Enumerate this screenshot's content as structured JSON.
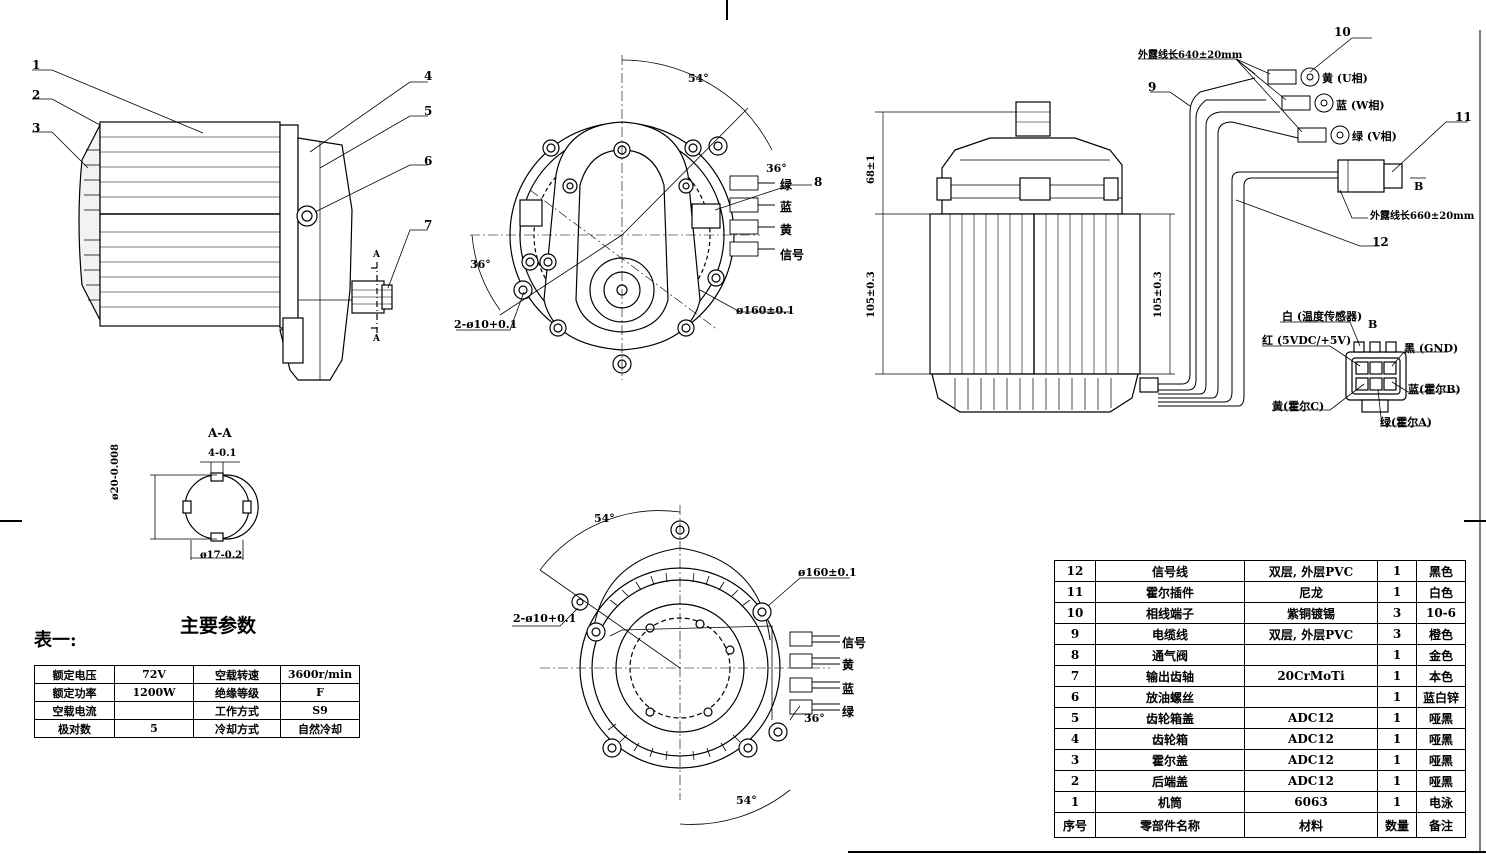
{
  "balloons": {
    "p1": "1",
    "p2": "2",
    "p3": "3",
    "p4": "4",
    "p5": "5",
    "p6": "6",
    "p7": "7",
    "p8": "8",
    "p9": "9",
    "p10": "10",
    "p11": "11",
    "p12": "12"
  },
  "section_marks": {
    "a_top": "A",
    "a_bottom": "A",
    "b_left": "B",
    "b_right": "B"
  },
  "section_view": {
    "title": "A-A",
    "keyway": "4-0.1",
    "outer_dia": "ø20-0.008",
    "root_dia": "ø17-0.2"
  },
  "front_view": {
    "angle_top": "54°",
    "angle_right": "36°",
    "angle_left": "36°",
    "holes": "2-ø10+0.1",
    "dia": "ø160±0.1",
    "wires": [
      "绿",
      "蓝",
      "黄",
      "信号"
    ]
  },
  "rear_view": {
    "angle_top": "54°",
    "angle_bottom": "54°",
    "angle_right": "36°",
    "holes": "2-ø10+0.1",
    "dia": "ø160±0.1",
    "wires": [
      "信号",
      "黄",
      "蓝",
      "绿"
    ]
  },
  "side_view": {
    "height_top": "68±1",
    "height_body_left": "105±0.3",
    "height_body_right": "105±0.3",
    "lead_length_phase": "外露线长640±20mm",
    "lead_length_hall": "外露线长660±20mm",
    "phase_yellow": "黄 (U相)",
    "phase_blue": "蓝 (W相)",
    "phase_green": "绿 (V相)"
  },
  "connector": {
    "white": "白 (温度传感器)",
    "red": "红 (5VDC/+5V)",
    "black": "黑 (GND)",
    "blue": "蓝(霍尔B)",
    "yellow": "黄(霍尔C)",
    "green": "绿(霍尔A)"
  },
  "params": {
    "heading": "主要参数",
    "table_label": "表一:",
    "rows": [
      [
        "额定电压",
        "72V",
        "空载转速",
        "3600r/min"
      ],
      [
        "额定功率",
        "1200W",
        "绝缘等级",
        "F"
      ],
      [
        "空载电流",
        "",
        "工作方式",
        "S9"
      ],
      [
        "极对数",
        "5",
        "冷却方式",
        "自然冷却"
      ]
    ]
  },
  "bom": {
    "rows": [
      [
        "12",
        "信号线",
        "双层, 外层PVC",
        "1",
        "黑色"
      ],
      [
        "11",
        "霍尔插件",
        "尼龙",
        "1",
        "白色"
      ],
      [
        "10",
        "相线端子",
        "紫铜镀锡",
        "3",
        "10-6"
      ],
      [
        "9",
        "电缆线",
        "双层, 外层PVC",
        "3",
        "橙色"
      ],
      [
        "8",
        "通气阀",
        "",
        "1",
        "金色"
      ],
      [
        "7",
        "输出齿轴",
        "20CrMoTi",
        "1",
        "本色"
      ],
      [
        "6",
        "放油螺丝",
        "",
        "1",
        "蓝白锌"
      ],
      [
        "5",
        "齿轮箱盖",
        "ADC12",
        "1",
        "哑黑"
      ],
      [
        "4",
        "齿轮箱",
        "ADC12",
        "1",
        "哑黑"
      ],
      [
        "3",
        "霍尔盖",
        "ADC12",
        "1",
        "哑黑"
      ],
      [
        "2",
        "后端盖",
        "ADC12",
        "1",
        "哑黑"
      ],
      [
        "1",
        "机筒",
        "6063",
        "1",
        "电泳"
      ]
    ],
    "header": [
      "序号",
      "零部件名称",
      "材料",
      "数量",
      "备注"
    ]
  }
}
